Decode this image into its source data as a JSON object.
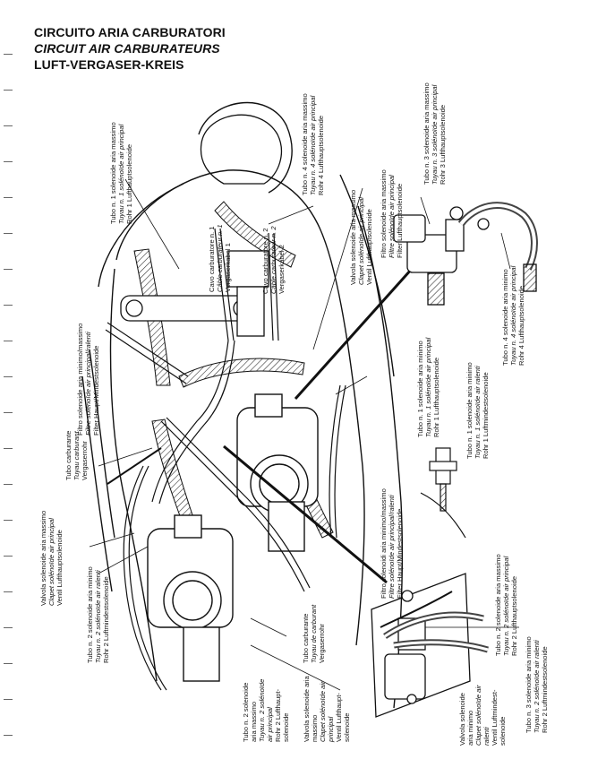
{
  "title": {
    "it": "CIRCUITO ARIA CARBURATORI",
    "fr": "CIRCUIT AIR CARBURATEURS",
    "de": "LUFT-VERGASER-KREIS"
  },
  "labels": [
    {
      "id": "tubo1_top",
      "lines": [
        "Tubo n. 1 solenoide aria massimo",
        "Tuyau n. 1 solénoïde air principal",
        "Rohr 1 Lufthauptsolenoide"
      ]
    },
    {
      "id": "tubo4_top",
      "lines": [
        "Tubo n. 4 solenoide aria massimo",
        "Tuyau n. 4 solénoïde air principal",
        "Rohr 4 Lufthauptsolenoide"
      ]
    },
    {
      "id": "tubo3_top",
      "lines": [
        "Tubo n. 3 solenoide aria massimo",
        "Tuyau n. 3 solénoïde air principal",
        "Rohr 3 Lufthauptsolenoide"
      ]
    },
    {
      "id": "valvola_top",
      "lines": [
        "Valvola solenoide aria massimo",
        "Clapet solénoïde air principal",
        "Ventil Lufthauptsolenoide"
      ]
    },
    {
      "id": "filtro_top",
      "lines": [
        "Filtro solenoide aria massimo",
        "Filtre solénoïde air principal",
        "Filter Lufthauptsolenoide"
      ]
    },
    {
      "id": "tubo4_right",
      "lines": [
        "Tubo n. 4 solenoide aria minimo",
        "Tuyau n. 4 solénoïde air principal",
        "Rohr 4 Lufthauptsolenoide"
      ]
    },
    {
      "id": "cavo1",
      "lines": [
        "Cavo carburatore n. 1",
        "Câble carburateur n. 1",
        "Vergaserkabel 1"
      ]
    },
    {
      "id": "cavo2",
      "lines": [
        "Cavo carburatore n. 2",
        "Câble carburateur n. 2",
        "Vergaserkabel 2"
      ]
    },
    {
      "id": "filtro_mid",
      "lines": [
        "Filtro solenoide aria minimo/massimo",
        "Filtre solénoïde air principal/ralenti",
        "Filter Haupt/Mindestsolenoide"
      ]
    },
    {
      "id": "tubo1_mid",
      "lines": [
        "Tubo n. 1 solenoide aria minimo",
        "Tuyau n. 1 solénoïde air principal",
        "Rohr 1 Lufthauptsolenoide"
      ]
    },
    {
      "id": "tubo1_ralenti",
      "lines": [
        "Tubo n. 1 solenoide aria minimo",
        "Tuyau n. 1 solénoïde air ralenti",
        "Rohr 1 Luftmindestsolenoide"
      ]
    },
    {
      "id": "filtro_lower",
      "lines": [
        "Filtro solenoidi aria minimo/massimo",
        "Filtre solénoïde air principal/ralenti",
        "Filter Haupt/Mindestsolenoide"
      ]
    },
    {
      "id": "tubo_carb_top",
      "lines": [
        "Tubo carburante",
        "Tuyau carburant",
        "Vergaserrohr"
      ]
    },
    {
      "id": "valvola_left",
      "lines": [
        "Valvola solenoide aria massimo",
        "Clapet solénoïde air principal",
        "Ventil Lufthauptsolenoide"
      ]
    },
    {
      "id": "tubo2_left",
      "lines": [
        "Tubo n. 2 solenoide aria minimo",
        "Tuyau n. 2 solénoïde air ralenti",
        "Rohr 2 Luftmindestsolenoide"
      ]
    },
    {
      "id": "tubo2_bottom",
      "lines": [
        "Tubo n. 2 solenoide",
        "aria massimo",
        "Tuyau n. 2 solénoïde",
        "air principal",
        "Rohr 2 Lufthaupt-",
        "solenoide"
      ]
    },
    {
      "id": "valvola_bottom",
      "lines": [
        "Valvola solenoide aria",
        "massimo",
        "Clapet solénoïde air",
        "principal",
        "Ventil Lufthaupt-",
        "solenoide"
      ]
    },
    {
      "id": "tubo_carb_bottom",
      "lines": [
        "Tubo carburante",
        "Tuyau de carburant",
        "Vergaserrohr"
      ]
    },
    {
      "id": "valvola_right_bottom",
      "lines": [
        "Valvola solenoide",
        "aria minimo",
        "Clapet solénoïde air",
        "ralenti",
        "Ventil Luftmindest-",
        "solenoide"
      ]
    },
    {
      "id": "tubo2_right_bottom",
      "lines": [
        "Tubo n. 2 solenoide aria massimo",
        "Tuyau n. 2 solénoïde air principal",
        "Rohr 2 Lufthauptsolenoide"
      ]
    },
    {
      "id": "tubo3_right_bottom",
      "lines": [
        "Tubo n. 3 solenoide aria minimo",
        "Tuyau n. 2 solénoïde air ralenti",
        "Rohr 2 Luftmindestsolenoide"
      ]
    }
  ]
}
